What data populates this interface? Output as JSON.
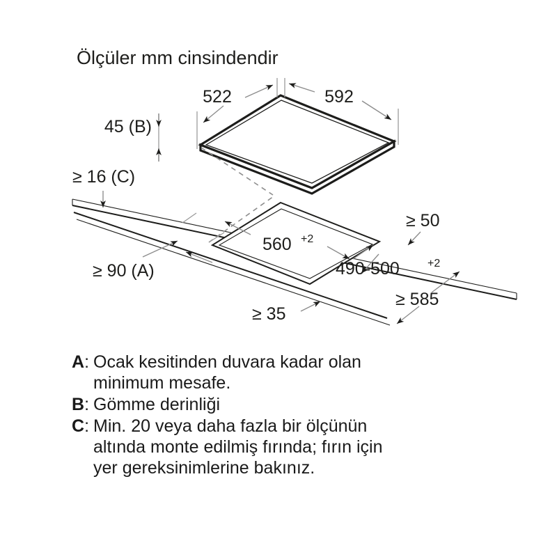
{
  "title": "Ölçüler mm cinsindendir",
  "dimensions": {
    "appliance_depth": "522",
    "appliance_width": "592",
    "recess_depth": "45 (B)",
    "min_gap_below": "≥ 16 (C)",
    "min_wall_distance": "≥ 90 (A)",
    "cutout_width": "560",
    "cutout_width_tolerance": "+2",
    "cutout_depth": "490-500",
    "cutout_depth_tolerance": "+2",
    "min_front_edge": "≥ 35",
    "min_rear_clearance": "≥ 50",
    "min_worktop_depth": "≥ 585"
  },
  "legend": [
    {
      "key": "A",
      "separator": ":",
      "line1": "Ocak kesitinden duvara kadar olan",
      "line2": "minimum mesafe.",
      "line3": ""
    },
    {
      "key": "B",
      "separator": ":",
      "line1": "Gömme derinliği",
      "line2": "",
      "line3": ""
    },
    {
      "key": "C",
      "separator": ":",
      "line1": "Min. 20 veya daha fazla bir ölçünün",
      "line2": "altında monte edilmiş fırında; fırın için",
      "line3": "yer gereksinimlerine bakınız."
    }
  ],
  "colors": {
    "line": "#1d1d1b",
    "dimension": "#8d8d8d",
    "background": "#ffffff"
  }
}
